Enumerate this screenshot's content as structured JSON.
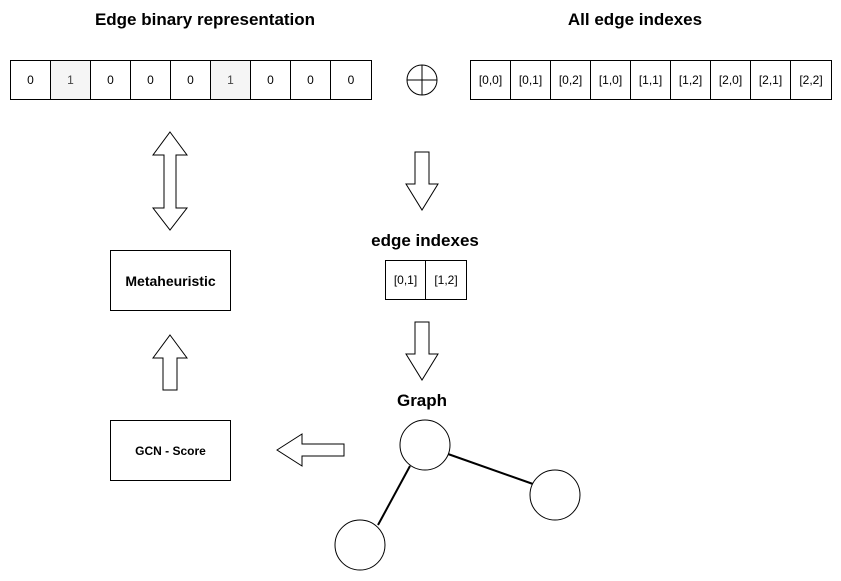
{
  "binary": {
    "title": "Edge binary representation",
    "bits": [
      "0",
      "1",
      "0",
      "0",
      "0",
      "1",
      "0",
      "0",
      "0"
    ],
    "highlighted": [
      false,
      true,
      false,
      false,
      false,
      true,
      false,
      false,
      false
    ]
  },
  "all_edges": {
    "title": "All edge indexes",
    "items": [
      "[0,0]",
      "[0,1]",
      "[0,2]",
      "[1,0]",
      "[1,1]",
      "[1,2]",
      "[2,0]",
      "[2,1]",
      "[2,2]"
    ]
  },
  "operator": {
    "symbol": "circled-plus-icon"
  },
  "selected_edges": {
    "title": "edge indexes",
    "items": [
      "[0,1]",
      "[1,2]"
    ]
  },
  "graph": {
    "title": "Graph"
  },
  "metaheuristic": {
    "label": "Metaheuristic"
  },
  "gcn": {
    "label": "GCN - Score"
  },
  "colors": {
    "stroke": "#000000",
    "cell_fill": "#ffffff",
    "highlight_fill": "#f5f5f5"
  }
}
